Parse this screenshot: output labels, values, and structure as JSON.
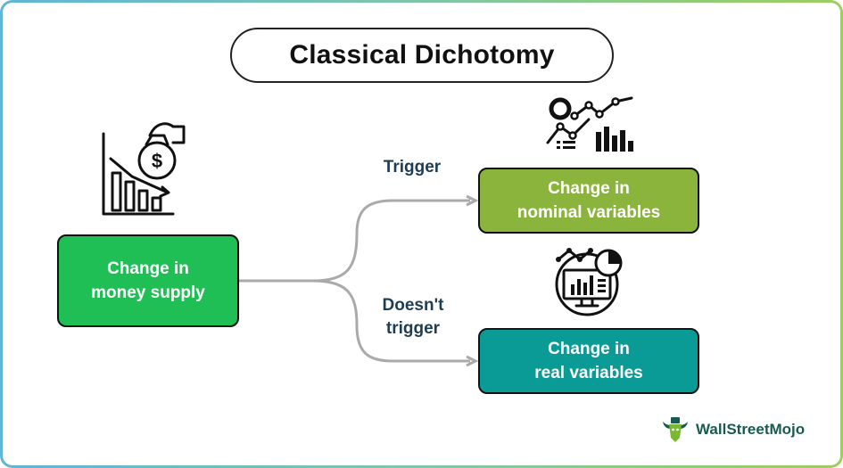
{
  "title": "Classical Dichotomy",
  "nodes": {
    "money_supply": {
      "line1": "Change in",
      "line2": "money supply"
    },
    "nominal": {
      "line1": "Change in",
      "line2": "nominal variables"
    },
    "real": {
      "line1": "Change in",
      "line2": "real variables"
    }
  },
  "edges": {
    "trigger": "Trigger",
    "doesnt_trigger_line1": "Doesn't",
    "doesnt_trigger_line2": "trigger"
  },
  "brand": "WallStreetMojo",
  "colors": {
    "money_supply_box": "#1fbf55",
    "nominal_box": "#8bb43c",
    "real_box": "#0a9b96",
    "connector": "#aaaaaa",
    "edge_label": "#1f3d52"
  },
  "icons": {
    "money_supply": "falling-bar-chart-money-bag-icon",
    "nominal": "analytics-dashboard-icon",
    "real": "monitor-chart-icon",
    "brand": "bull-logo-icon"
  }
}
